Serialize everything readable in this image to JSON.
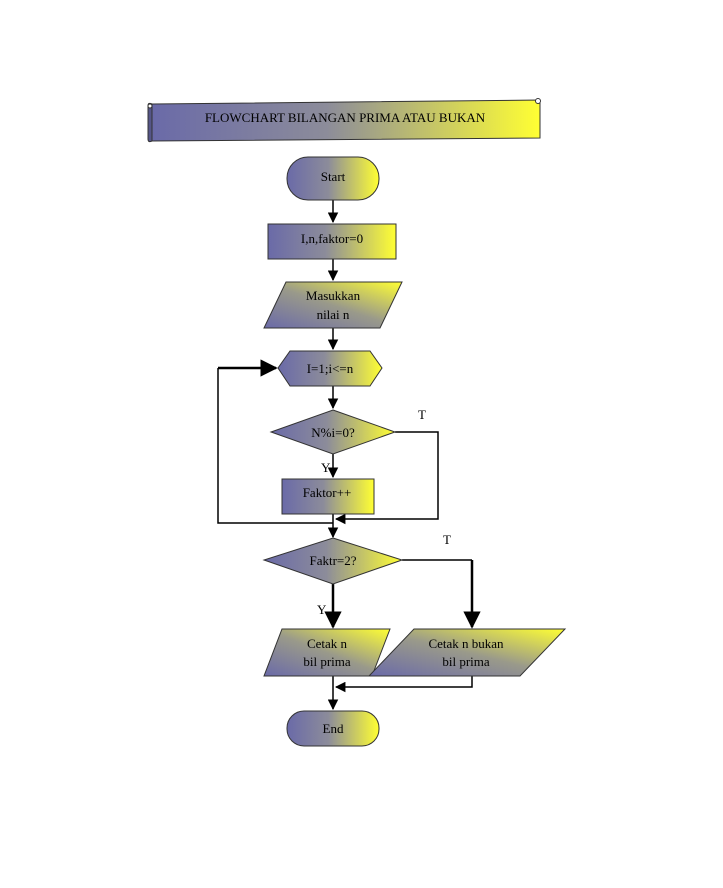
{
  "title": "FLOWCHART BILANGAN PRIMA ATAU BUKAN",
  "colors": {
    "shape_dark": "#6a6aa8",
    "shape_light": "#ffff33",
    "line": "#000000"
  },
  "nodes": {
    "start": "Start",
    "init": "I,n,faktor=0",
    "input_line1": "Masukkan",
    "input_line2": "nilai n",
    "loop": "I=1;i<=n",
    "check_mod": "N%i=0?",
    "increment": "Faktor++",
    "check_factor": "Faktr=2?",
    "prime_line1": "Cetak n",
    "prime_line2": "bil prima",
    "notprime_line1": "Cetak n bukan",
    "notprime_line2": "bil prima",
    "end": "End"
  },
  "edge_labels": {
    "mod_false": "T",
    "mod_true": "Y",
    "factor_false": "T",
    "factor_true": "Y"
  }
}
